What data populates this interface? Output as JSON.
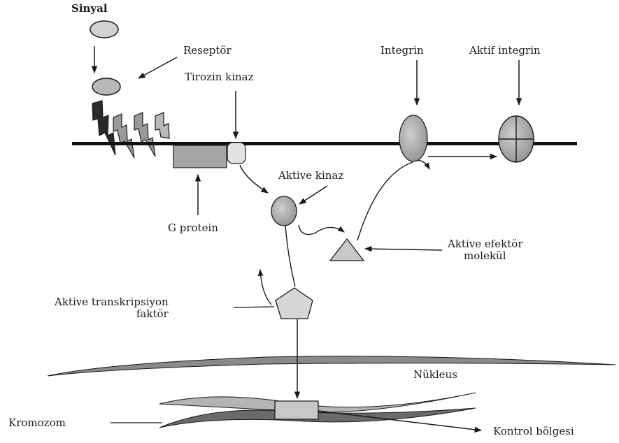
{
  "labels": {
    "signal": "Sinyal",
    "receptor": "Reseptör",
    "tyrosine_kinase": "Tirozin kinaz",
    "integrin": "Integrin",
    "active_integrin": "Aktif integrin",
    "active_kinase": "Aktive kinaz",
    "g_protein": "G protein",
    "active_effector_line1": "Aktive efektör",
    "active_effector_line2": "molekül",
    "active_tf_line1": "Aktive transkripsiyon",
    "active_tf_line2": "faktör",
    "nucleus": "Nükleus",
    "chromosome": "Kromozom",
    "control_region": "Kontrol bölgesi"
  },
  "colors": {
    "stroke": "#1a1a1a",
    "fill_light": "#d4d4d4",
    "fill_mid": "#a8a8a8",
    "fill_dark": "#8a8a8a",
    "membrane": "#111111"
  }
}
